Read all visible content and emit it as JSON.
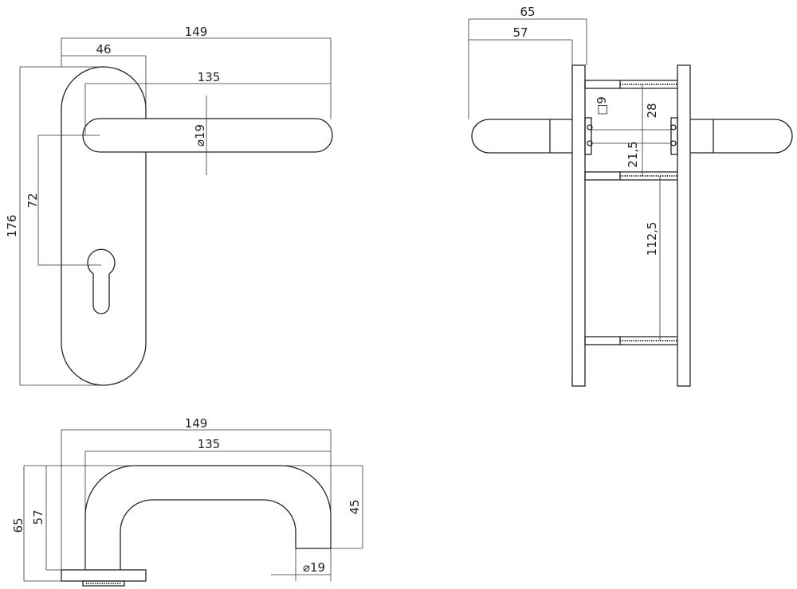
{
  "front_view": {
    "width_overall": "149",
    "plate_width": "46",
    "lever_length": "135",
    "lever_diameter": "19",
    "lever_to_keyhole": "72",
    "plate_height": "176"
  },
  "side_view": {
    "depth_overall": "65",
    "depth_inner": "57",
    "spindle_square": "9",
    "screw_offset_top": "28",
    "spindle_to_screw": "21,5",
    "screw_spacing": "112,5"
  },
  "top_view": {
    "width_overall": "149",
    "lever_length": "135",
    "projection_overall": "65",
    "projection_inner": "57",
    "lever_drop": "45",
    "lever_diameter": "19"
  },
  "symbols": {
    "diameter": "⌀",
    "square": "□"
  }
}
